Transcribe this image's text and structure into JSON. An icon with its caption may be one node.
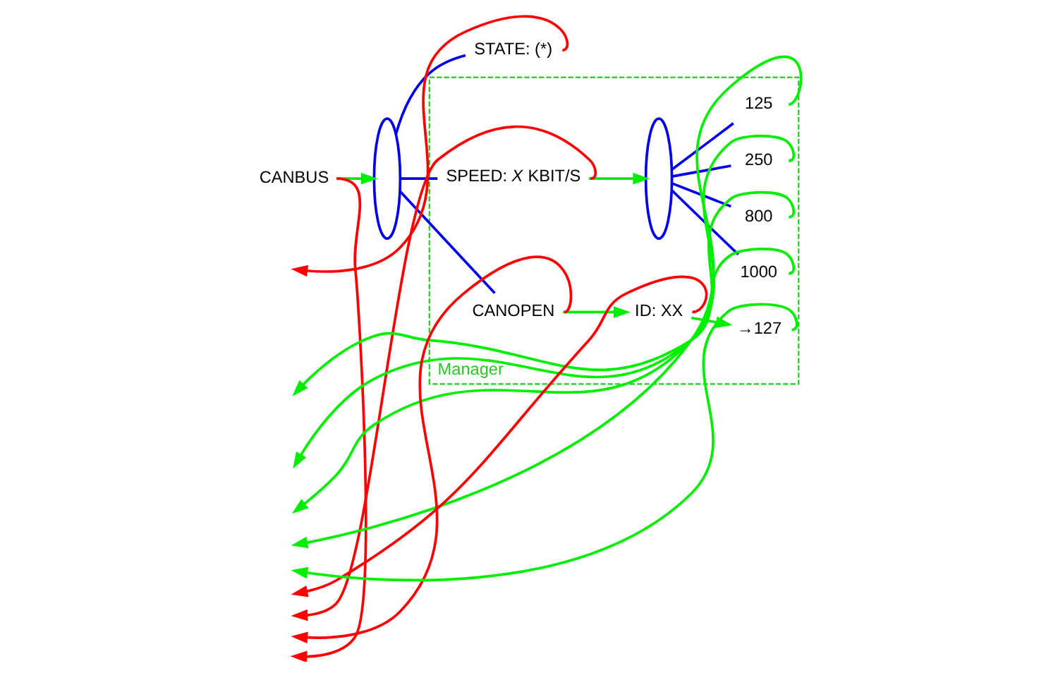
{
  "diagram": {
    "nodes": [
      {
        "text": [
          "CANBUS"
        ]
      },
      {
        "text": [],
        "shape": "ellipse"
      },
      {
        "text": [
          "STATE: (*)"
        ]
      },
      {
        "text": [
          "Manager"
        ]
      },
      {
        "text": [
          "SPEED: *X* KBIT/S"
        ],
        "in": 3
      },
      {
        "text": [],
        "shape": "ellipse",
        "in": 3
      },
      {
        "text": [
          "1000"
        ],
        "in": 3
      },
      {
        "text": [
          "800"
        ],
        "in": 3
      },
      {
        "text": [
          "250"
        ],
        "in": 3
      },
      {
        "text": [
          "125"
        ],
        "in": 3
      },
      {
        "text": [
          "CANOPEN"
        ],
        "in": 3
      },
      {
        "text": [
          "ID: XX"
        ],
        "in": 3
      },
      {
        "text": [
          "→127"
        ],
        "in": 3
      }
    ],
    "edges": [
      {
        "from": 0,
        "to": 1,
        "arrow": "to",
        "color": "#00ee00"
      },
      {
        "from": 0,
        "to": null,
        "arrow": "to",
        "color": "#ff0000"
      },
      {
        "from": 1,
        "to": 2,
        "arrow": "none",
        "color": "#0000ee"
      },
      {
        "from": 2,
        "to": null,
        "arrow": "to",
        "color": "#ff0000"
      },
      {
        "from": 1,
        "to": 4,
        "arrow": "none",
        "color": "#0000ee"
      },
      {
        "from": 4,
        "to": 5,
        "arrow": "to",
        "color": "#00ee00"
      },
      {
        "from": 4,
        "to": null,
        "arrow": "to",
        "color": "#ff0000"
      },
      {
        "from": 5,
        "to": 6,
        "arrow": "none",
        "color": "#0000ee"
      },
      {
        "from": 6,
        "to": null,
        "arrow": "to",
        "color": "#00ee00"
      },
      {
        "from": 5,
        "to": 7,
        "arrow": "none",
        "color": "#0000ee"
      },
      {
        "from": 7,
        "to": null,
        "arrow": "to",
        "color": "#00ee00"
      },
      {
        "from": 5,
        "to": 8,
        "arrow": "none",
        "color": "#0000ee"
      },
      {
        "from": 8,
        "to": null,
        "arrow": "to",
        "color": "#00ee00"
      },
      {
        "from": 5,
        "to": 9,
        "arrow": "none",
        "color": "#0000ee"
      },
      {
        "from": 9,
        "to": null,
        "arrow": "to",
        "color": "#00ee00"
      },
      {
        "from": 1,
        "to": 10,
        "arrow": "none",
        "color": "#0000ee"
      },
      {
        "from": 10,
        "to": 11,
        "arrow": "to",
        "color": "#00ee00"
      },
      {
        "from": 10,
        "to": null,
        "arrow": "to",
        "color": "#ff0000"
      },
      {
        "from": 11,
        "to": 12,
        "arrow": "to",
        "color": "#00ee00"
      },
      {
        "from": 11,
        "to": null,
        "arrow": "to",
        "color": "#ff0000"
      },
      {
        "from": 12,
        "to": null,
        "arrow": "to",
        "color": "#00ee00"
      }
    ]
  }
}
